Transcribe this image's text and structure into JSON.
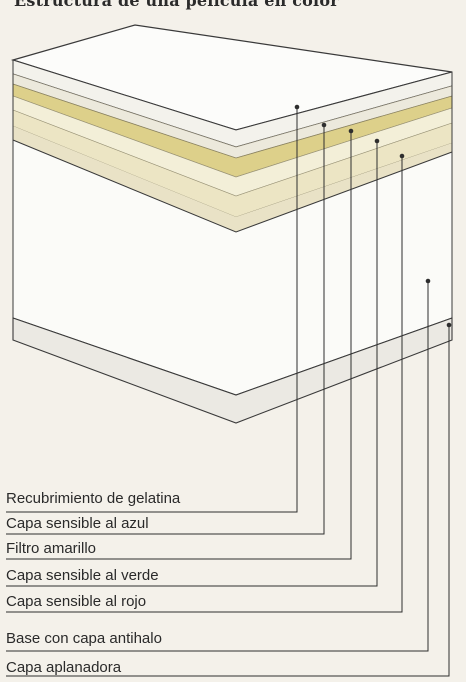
{
  "diagram": {
    "title": "Estructura de una película en color",
    "labels": [
      "Recubrimiento de gelatina",
      "Capa sensible al azul",
      "Filtro amarillo",
      "Capa sensible al verde",
      "Capa sensible al rojo",
      "Base con capa antihalo",
      "Capa aplanadora"
    ],
    "colors": {
      "background": "#f4f1ea",
      "outline": "#3a3a3a",
      "gelatin": "#f7f6f1",
      "yellow_filter": "#ddd08a",
      "sensitive_layer": "#eee7c8",
      "base": "#fbfbf8",
      "backing": "#ebe9e3"
    }
  }
}
